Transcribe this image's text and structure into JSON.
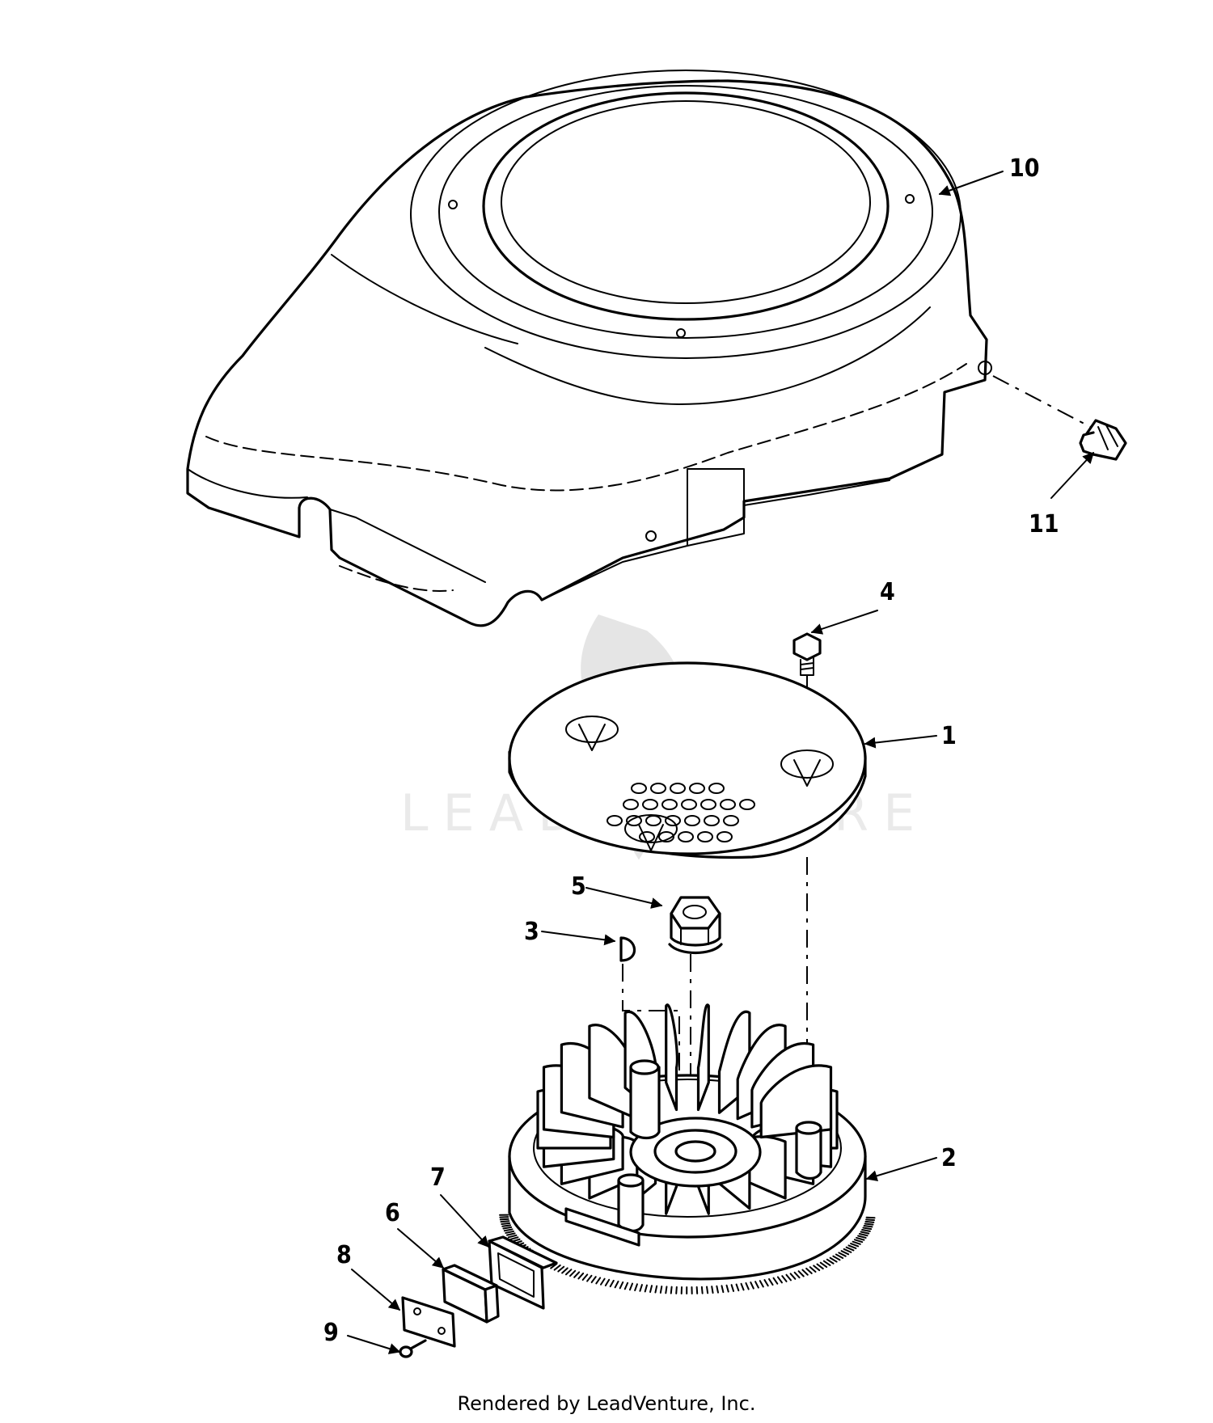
{
  "callouts": [
    "1",
    "2",
    "3",
    "4",
    "5",
    "6",
    "7",
    "8",
    "9",
    "10",
    "11"
  ],
  "watermark_text": "LEADVENTURE",
  "footer_text": "Rendered by LeadVenture, Inc.",
  "colors": {
    "line": "#000000",
    "background": "#ffffff"
  }
}
